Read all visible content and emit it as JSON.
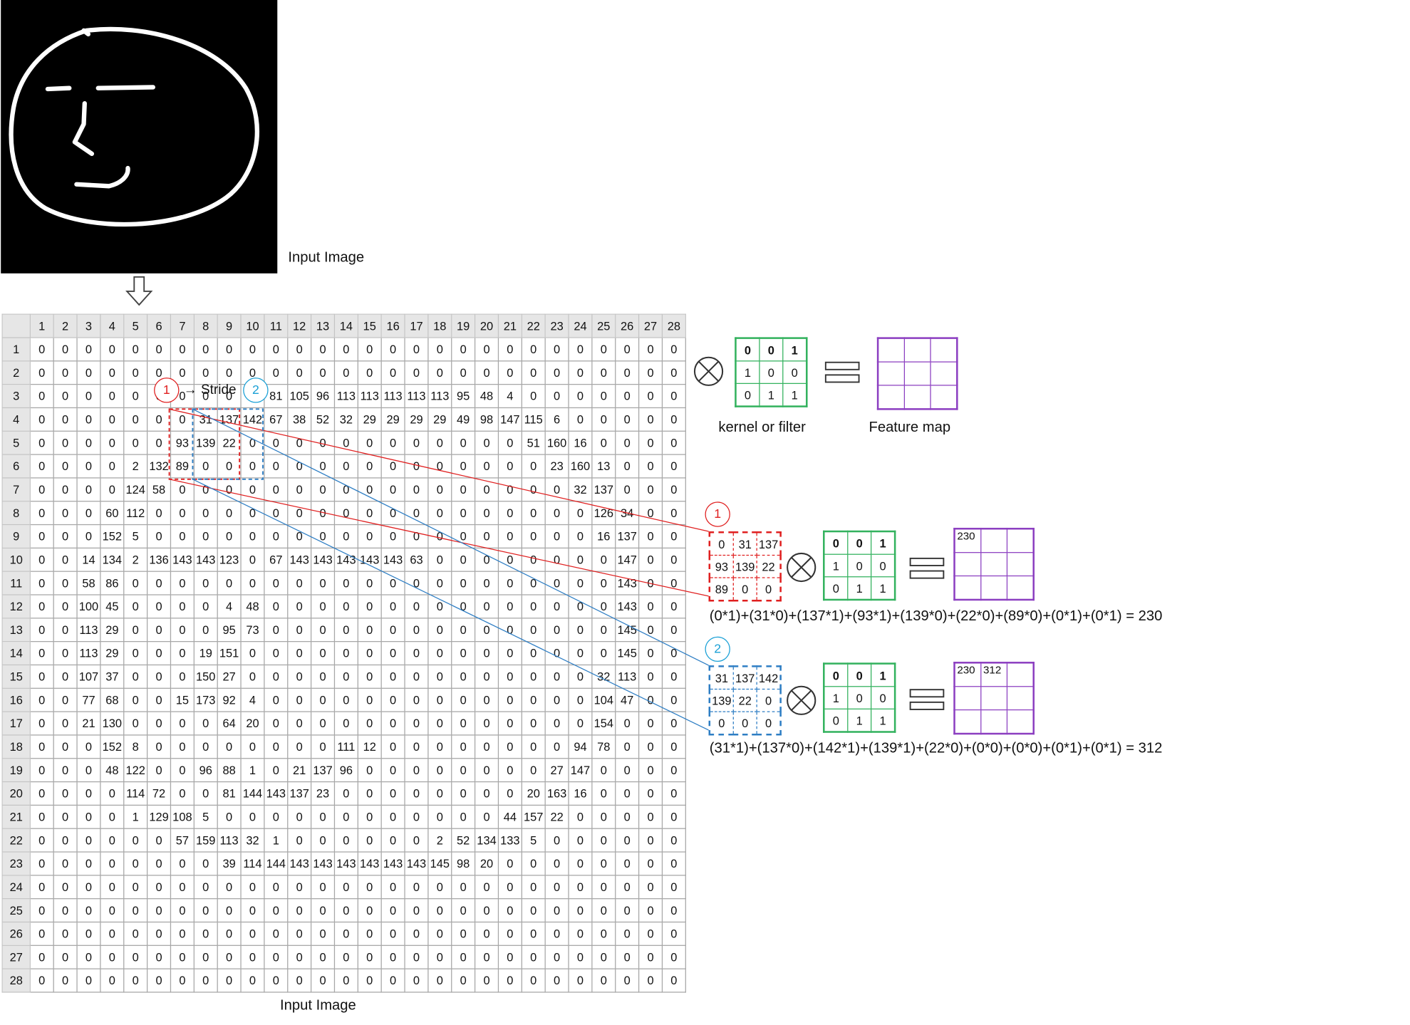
{
  "input_image_caption": "Input Image",
  "grid": {
    "headers": [
      "1",
      "2",
      "3",
      "4",
      "5",
      "6",
      "7",
      "8",
      "9",
      "10",
      "11",
      "12",
      "13",
      "14",
      "15",
      "16",
      "17",
      "18",
      "19",
      "20",
      "21",
      "22",
      "23",
      "24",
      "25",
      "26",
      "27",
      "28"
    ],
    "rows": [
      [
        0,
        0,
        0,
        0,
        0,
        0,
        0,
        0,
        0,
        0,
        0,
        0,
        0,
        0,
        0,
        0,
        0,
        0,
        0,
        0,
        0,
        0,
        0,
        0,
        0,
        0,
        0,
        0
      ],
      [
        0,
        0,
        0,
        0,
        0,
        0,
        0,
        0,
        0,
        0,
        0,
        0,
        0,
        0,
        0,
        0,
        0,
        0,
        0,
        0,
        0,
        0,
        0,
        0,
        0,
        0,
        0,
        0
      ],
      [
        0,
        0,
        0,
        0,
        0,
        0,
        0,
        0,
        0,
        0,
        81,
        105,
        96,
        113,
        113,
        113,
        113,
        113,
        95,
        48,
        4,
        0,
        0,
        0,
        0,
        0,
        0,
        0
      ],
      [
        0,
        0,
        0,
        0,
        0,
        0,
        0,
        31,
        137,
        142,
        67,
        38,
        52,
        32,
        29,
        29,
        29,
        29,
        49,
        98,
        147,
        115,
        6,
        0,
        0,
        0,
        0,
        0
      ],
      [
        0,
        0,
        0,
        0,
        0,
        0,
        93,
        139,
        22,
        0,
        0,
        0,
        0,
        0,
        0,
        0,
        0,
        0,
        0,
        0,
        0,
        51,
        160,
        16,
        0,
        0,
        0,
        0
      ],
      [
        0,
        0,
        0,
        0,
        2,
        132,
        89,
        0,
        0,
        0,
        0,
        0,
        0,
        0,
        0,
        0,
        0,
        0,
        0,
        0,
        0,
        0,
        23,
        160,
        13,
        0,
        0,
        0
      ],
      [
        0,
        0,
        0,
        0,
        124,
        58,
        0,
        0,
        0,
        0,
        0,
        0,
        0,
        0,
        0,
        0,
        0,
        0,
        0,
        0,
        0,
        0,
        0,
        32,
        137,
        0,
        0,
        0
      ],
      [
        0,
        0,
        0,
        60,
        112,
        0,
        0,
        0,
        0,
        0,
        0,
        0,
        0,
        0,
        0,
        0,
        0,
        0,
        0,
        0,
        0,
        0,
        0,
        0,
        126,
        34,
        0,
        0
      ],
      [
        0,
        0,
        0,
        152,
        5,
        0,
        0,
        0,
        0,
        0,
        0,
        0,
        0,
        0,
        0,
        0,
        0,
        0,
        0,
        0,
        0,
        0,
        0,
        0,
        16,
        137,
        0,
        0
      ],
      [
        0,
        0,
        14,
        134,
        2,
        136,
        143,
        143,
        123,
        0,
        67,
        143,
        143,
        143,
        143,
        143,
        63,
        0,
        0,
        0,
        0,
        0,
        0,
        0,
        0,
        147,
        0,
        0
      ],
      [
        0,
        0,
        58,
        86,
        0,
        0,
        0,
        0,
        0,
        0,
        0,
        0,
        0,
        0,
        0,
        0,
        0,
        0,
        0,
        0,
        0,
        0,
        0,
        0,
        0,
        143,
        0,
        0
      ],
      [
        0,
        0,
        100,
        45,
        0,
        0,
        0,
        0,
        4,
        48,
        0,
        0,
        0,
        0,
        0,
        0,
        0,
        0,
        0,
        0,
        0,
        0,
        0,
        0,
        0,
        143,
        0,
        0
      ],
      [
        0,
        0,
        113,
        29,
        0,
        0,
        0,
        0,
        95,
        73,
        0,
        0,
        0,
        0,
        0,
        0,
        0,
        0,
        0,
        0,
        0,
        0,
        0,
        0,
        0,
        145,
        0,
        0
      ],
      [
        0,
        0,
        113,
        29,
        0,
        0,
        0,
        19,
        151,
        0,
        0,
        0,
        0,
        0,
        0,
        0,
        0,
        0,
        0,
        0,
        0,
        0,
        0,
        0,
        0,
        145,
        0,
        0
      ],
      [
        0,
        0,
        107,
        37,
        0,
        0,
        0,
        150,
        27,
        0,
        0,
        0,
        0,
        0,
        0,
        0,
        0,
        0,
        0,
        0,
        0,
        0,
        0,
        0,
        32,
        113,
        0,
        0
      ],
      [
        0,
        0,
        77,
        68,
        0,
        0,
        15,
        173,
        92,
        4,
        0,
        0,
        0,
        0,
        0,
        0,
        0,
        0,
        0,
        0,
        0,
        0,
        0,
        0,
        104,
        47,
        0,
        0
      ],
      [
        0,
        0,
        21,
        130,
        0,
        0,
        0,
        0,
        64,
        20,
        0,
        0,
        0,
        0,
        0,
        0,
        0,
        0,
        0,
        0,
        0,
        0,
        0,
        0,
        154,
        0,
        0,
        0
      ],
      [
        0,
        0,
        0,
        152,
        8,
        0,
        0,
        0,
        0,
        0,
        0,
        0,
        0,
        111,
        12,
        0,
        0,
        0,
        0,
        0,
        0,
        0,
        0,
        94,
        78,
        0,
        0,
        0
      ],
      [
        0,
        0,
        0,
        48,
        122,
        0,
        0,
        96,
        88,
        1,
        0,
        21,
        137,
        96,
        0,
        0,
        0,
        0,
        0,
        0,
        0,
        0,
        27,
        147,
        0,
        0,
        0,
        0
      ],
      [
        0,
        0,
        0,
        0,
        114,
        72,
        0,
        0,
        81,
        144,
        143,
        137,
        23,
        0,
        0,
        0,
        0,
        0,
        0,
        0,
        0,
        20,
        163,
        16,
        0,
        0,
        0,
        0
      ],
      [
        0,
        0,
        0,
        0,
        1,
        129,
        108,
        5,
        0,
        0,
        0,
        0,
        0,
        0,
        0,
        0,
        0,
        0,
        0,
        0,
        44,
        157,
        22,
        0,
        0,
        0,
        0,
        0
      ],
      [
        0,
        0,
        0,
        0,
        0,
        0,
        57,
        159,
        113,
        32,
        1,
        0,
        0,
        0,
        0,
        0,
        0,
        2,
        52,
        134,
        133,
        5,
        0,
        0,
        0,
        0,
        0,
        0
      ],
      [
        0,
        0,
        0,
        0,
        0,
        0,
        0,
        0,
        39,
        114,
        144,
        143,
        143,
        143,
        143,
        143,
        143,
        145,
        98,
        20,
        0,
        0,
        0,
        0,
        0,
        0,
        0,
        0
      ],
      [
        0,
        0,
        0,
        0,
        0,
        0,
        0,
        0,
        0,
        0,
        0,
        0,
        0,
        0,
        0,
        0,
        0,
        0,
        0,
        0,
        0,
        0,
        0,
        0,
        0,
        0,
        0,
        0
      ],
      [
        0,
        0,
        0,
        0,
        0,
        0,
        0,
        0,
        0,
        0,
        0,
        0,
        0,
        0,
        0,
        0,
        0,
        0,
        0,
        0,
        0,
        0,
        0,
        0,
        0,
        0,
        0,
        0
      ],
      [
        0,
        0,
        0,
        0,
        0,
        0,
        0,
        0,
        0,
        0,
        0,
        0,
        0,
        0,
        0,
        0,
        0,
        0,
        0,
        0,
        0,
        0,
        0,
        0,
        0,
        0,
        0,
        0
      ],
      [
        0,
        0,
        0,
        0,
        0,
        0,
        0,
        0,
        0,
        0,
        0,
        0,
        0,
        0,
        0,
        0,
        0,
        0,
        0,
        0,
        0,
        0,
        0,
        0,
        0,
        0,
        0,
        0
      ],
      [
        0,
        0,
        0,
        0,
        0,
        0,
        0,
        0,
        0,
        0,
        0,
        0,
        0,
        0,
        0,
        0,
        0,
        0,
        0,
        0,
        0,
        0,
        0,
        0,
        0,
        0,
        0,
        0
      ]
    ]
  },
  "kernel": [
    [
      "0",
      "0",
      "1"
    ],
    [
      "1",
      "0",
      "0"
    ],
    [
      "0",
      "1",
      "1"
    ]
  ],
  "kernel_label": "kernel or filter",
  "feature_map_label": "Feature map",
  "stride_label": "→ Stride",
  "step1": {
    "badge": "1",
    "patch": [
      [
        "0",
        "31",
        "137"
      ],
      [
        "93",
        "139",
        "22"
      ],
      [
        "89",
        "0",
        "0"
      ]
    ],
    "feature_map": [
      [
        "230",
        "",
        ""
      ],
      [
        "",
        "",
        ""
      ],
      [
        "",
        "",
        ""
      ]
    ],
    "equation": "(0*1)+(31*0)+(137*1)+(93*1)+(139*0)+(22*0)+(89*0)+(0*1)+(0*1)  =  230"
  },
  "step2": {
    "badge": "2",
    "patch": [
      [
        "31",
        "137",
        "142"
      ],
      [
        "139",
        "22",
        "0"
      ],
      [
        "0",
        "0",
        "0"
      ]
    ],
    "feature_map": [
      [
        "230",
        "312",
        ""
      ],
      [
        "",
        "",
        ""
      ],
      [
        "",
        "",
        ""
      ]
    ],
    "equation": "(31*1)+(137*0)+(142*1)+(139*1)+(22*0)+(0*0)+(0*0)+(0*1)+(0*1)  =  312"
  },
  "grid_caption": "Input Image",
  "colors": {
    "step1": "#e02020",
    "step2": "#1aa0d6",
    "kernel": "#33b25e",
    "feature_map": "#8c3fc1"
  }
}
